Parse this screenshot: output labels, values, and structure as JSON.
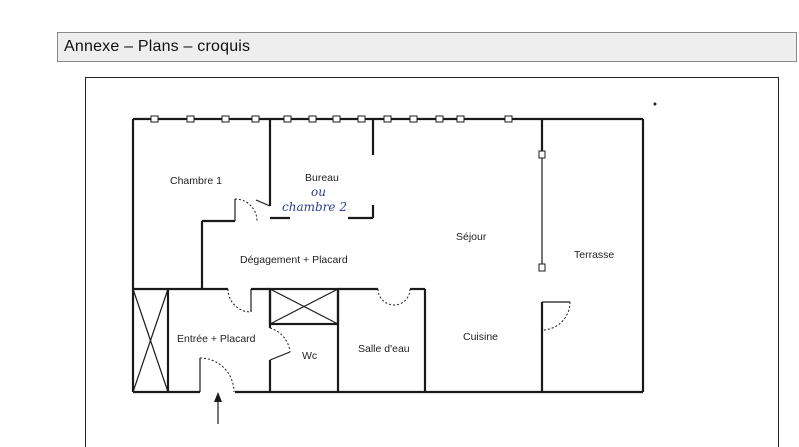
{
  "header": {
    "title": "Annexe – Plans – croquis"
  },
  "plan": {
    "rooms": {
      "chambre1": "Chambre 1",
      "bureau": "Bureau",
      "bureau_alt_line1": "ou",
      "bureau_alt_line2": "chambre 2",
      "degagement": "Dégagement + Placard",
      "sejour": "Séjour",
      "terrasse": "Terrasse",
      "entree": "Entrée + Placard",
      "wc": "Wc",
      "salle_eau": "Salle d'eau",
      "cuisine": "Cuisine"
    }
  }
}
